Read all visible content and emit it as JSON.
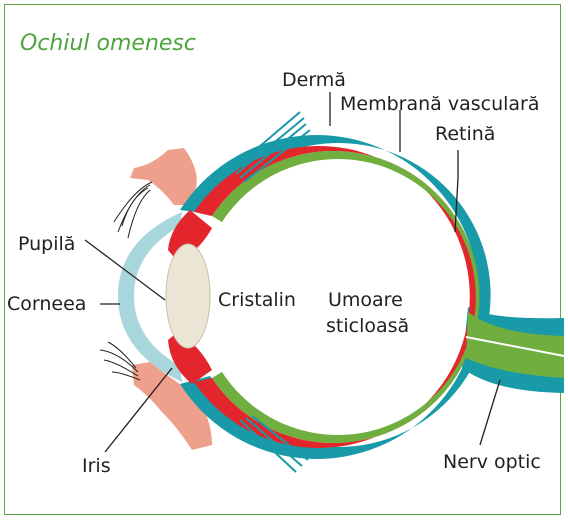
{
  "title": "Ochiul omenesc",
  "labels": {
    "derma": "Dermă",
    "vascular": "Membrană vasculară",
    "retina": "Retină",
    "pupil": "Pupilă",
    "cornea": "Corneea",
    "lens": "Cristalin",
    "vitreous_line1": "Umoare",
    "vitreous_line2": "sticloasă",
    "iris": "Iris",
    "optic_nerve": "Nerv optic"
  },
  "colors": {
    "frame": "#5aa641",
    "title": "#4ea33f",
    "sclera": "#199aa8",
    "choroid": "#e3262b",
    "retina": "#6fae3f",
    "cornea": "#a9d5dc",
    "lens": "#ece6d6",
    "skin": "#eea08d"
  }
}
